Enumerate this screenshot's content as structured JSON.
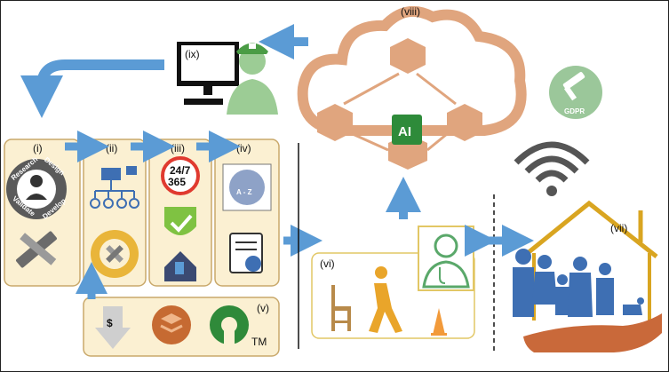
{
  "labels": {
    "i": "(i)",
    "ii": "(ii)",
    "iii": "(iii)",
    "iv": "(iv)",
    "v": "(v)",
    "vi": "(vi)",
    "vii": "(vii)",
    "viii": "(viii)",
    "ix": "(ix)"
  },
  "ring_words": [
    "Research",
    "Design",
    "Develop",
    "Validate"
  ],
  "badge_247": "24/7",
  "badge_365": "365",
  "ai_label": "AI",
  "gdpr_label": "GDPR",
  "book_label": "A - Z",
  "trademark": "TM",
  "dollar": "$",
  "colors": {
    "panel_fill": "#fbf0d2",
    "panel_border": "#c9a86a",
    "arrow_blue": "#5b9bd5",
    "cloud_orange": "#e0a57e",
    "house_gold": "#d9a521",
    "people_blue": "#3e6fb3",
    "chip_green": "#2e8b3a",
    "gdpr_green": "#9bc79a"
  }
}
